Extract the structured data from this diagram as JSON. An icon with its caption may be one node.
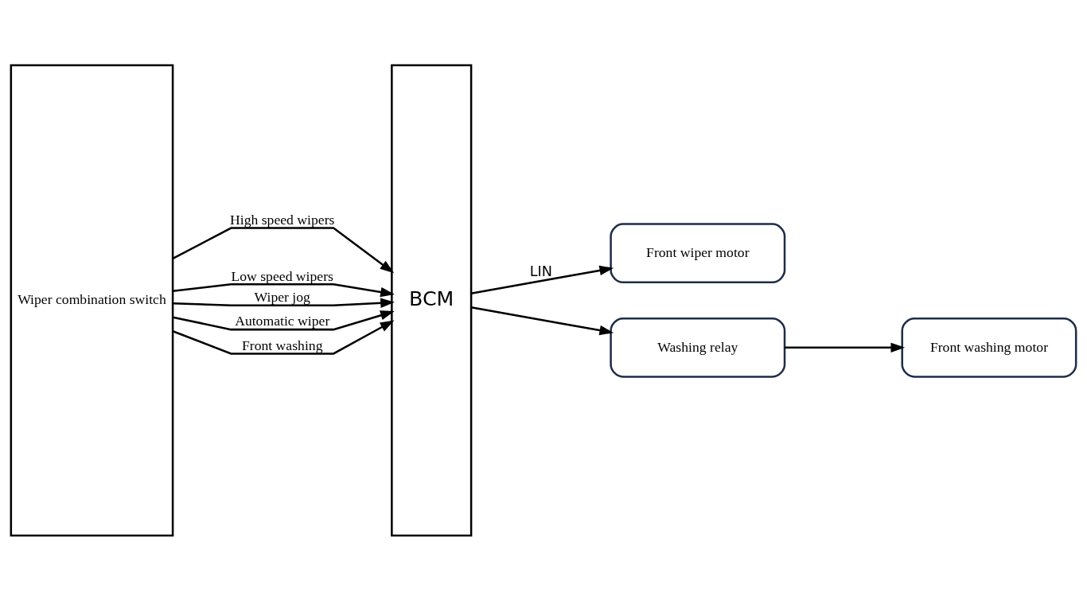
{
  "diagram": {
    "nodes": [
      {
        "text": [
          "Wiper combination switch"
        ]
      },
      {
        "text": [
          "BCM"
        ]
      },
      {
        "text": [
          "Front wiper motor"
        ]
      },
      {
        "text": [
          "Washing relay"
        ]
      },
      {
        "text": [
          "Front washing motor"
        ]
      }
    ],
    "edges": [
      {
        "from": 0,
        "to": 1,
        "arrow": "to",
        "label": "High speed wipers"
      },
      {
        "from": 0,
        "to": 1,
        "arrow": "to",
        "label": "Low speed wipers"
      },
      {
        "from": 0,
        "to": 1,
        "arrow": "to",
        "label": "Wiper jog"
      },
      {
        "from": 0,
        "to": 1,
        "arrow": "to",
        "label": "Automatic wiper"
      },
      {
        "from": 0,
        "to": 1,
        "arrow": "to",
        "label": "Front washing"
      },
      {
        "from": 1,
        "to": 2,
        "arrow": "to",
        "label": "LIN"
      },
      {
        "from": 1,
        "to": 3,
        "arrow": "to"
      },
      {
        "from": 3,
        "to": 4,
        "arrow": "to"
      }
    ]
  }
}
